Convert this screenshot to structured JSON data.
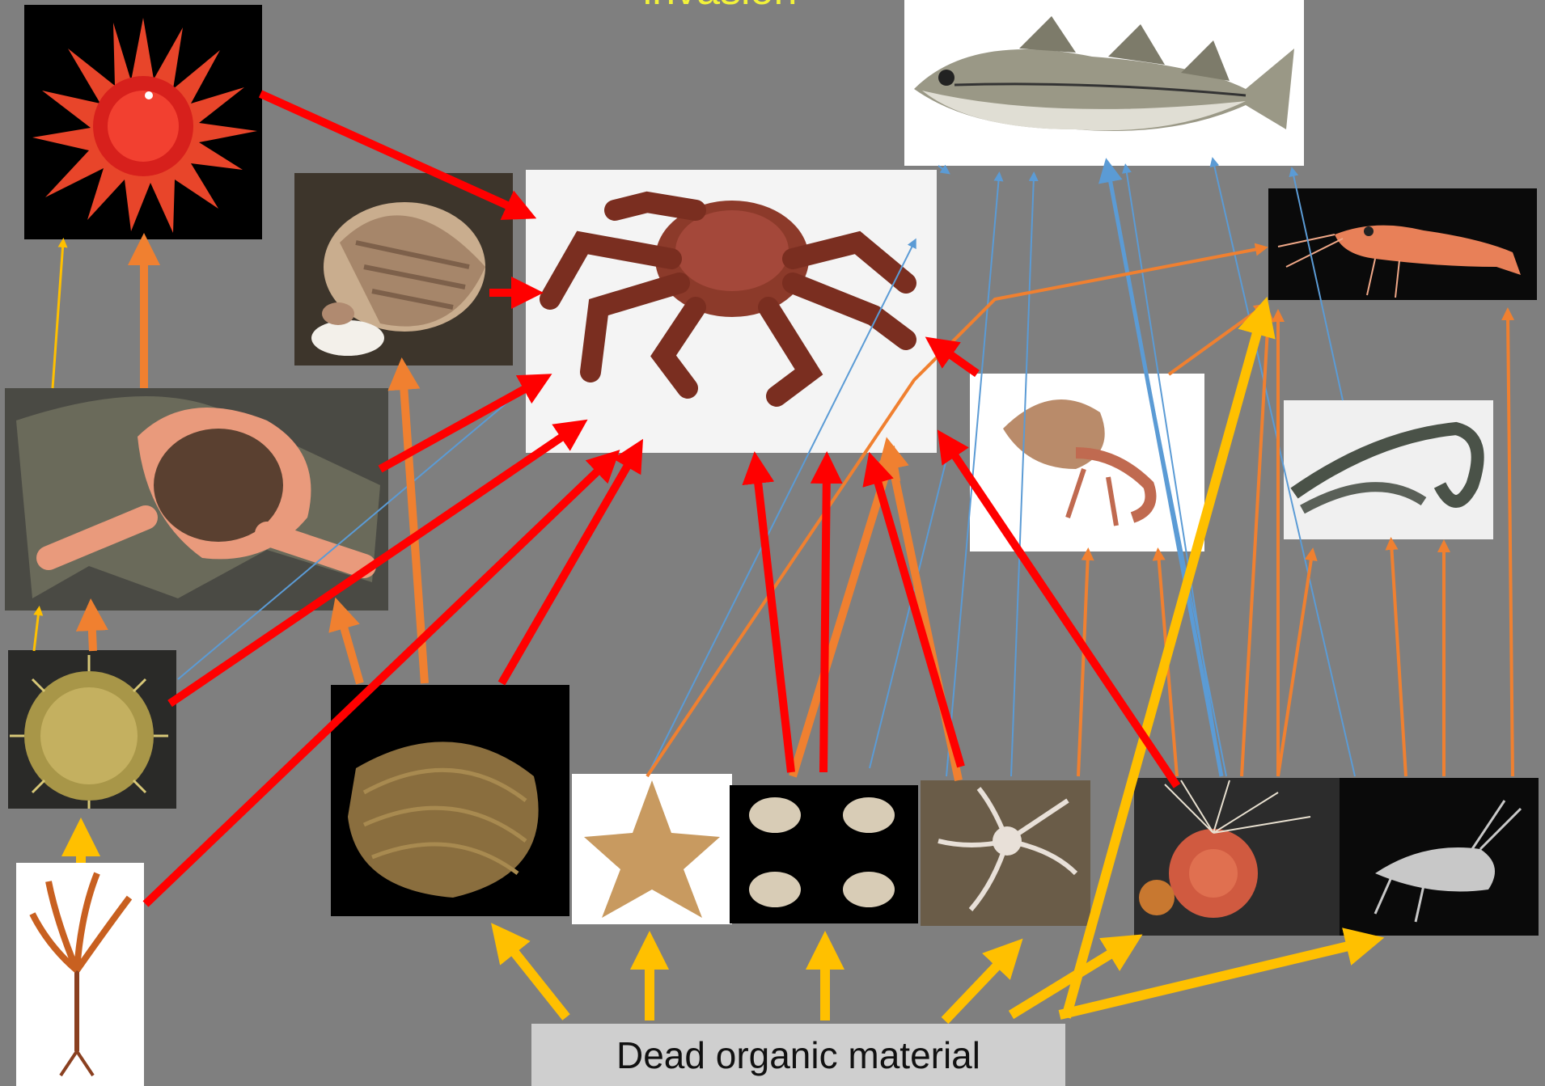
{
  "title": "invasion",
  "source_label": "Dead organic material",
  "organisms": [
    {
      "id": "sunstar",
      "icon": "sunstar-icon"
    },
    {
      "id": "whelk",
      "icon": "whelk-snail-icon"
    },
    {
      "id": "king-crab",
      "icon": "king-crab-icon"
    },
    {
      "id": "fish",
      "icon": "fish-icon"
    },
    {
      "id": "shrimp",
      "icon": "shrimp-icon"
    },
    {
      "id": "sea-star",
      "icon": "sea-star-icon"
    },
    {
      "id": "hermit-crab",
      "icon": "hermit-crab-icon"
    },
    {
      "id": "polychaete",
      "icon": "polychaete-worm-icon"
    },
    {
      "id": "sea-urchin",
      "icon": "sea-urchin-icon"
    },
    {
      "id": "clam",
      "icon": "clam-icon"
    },
    {
      "id": "cushion-star",
      "icon": "cushion-star-icon"
    },
    {
      "id": "small-bivalves",
      "icon": "small-bivalves-icon"
    },
    {
      "id": "brittle-star",
      "icon": "brittle-star-icon"
    },
    {
      "id": "tube-worm",
      "icon": "tube-worm-icon"
    },
    {
      "id": "amphipod",
      "icon": "amphipod-icon"
    },
    {
      "id": "kelp",
      "icon": "kelp-icon"
    }
  ],
  "colors": {
    "background": "#7f7f7f",
    "predation_red": "#ff0000",
    "orange_link": "#f08030",
    "yellow_link": "#ffc000",
    "blue_link": "#5b9bd5",
    "label_box": "#cfcfcf"
  }
}
